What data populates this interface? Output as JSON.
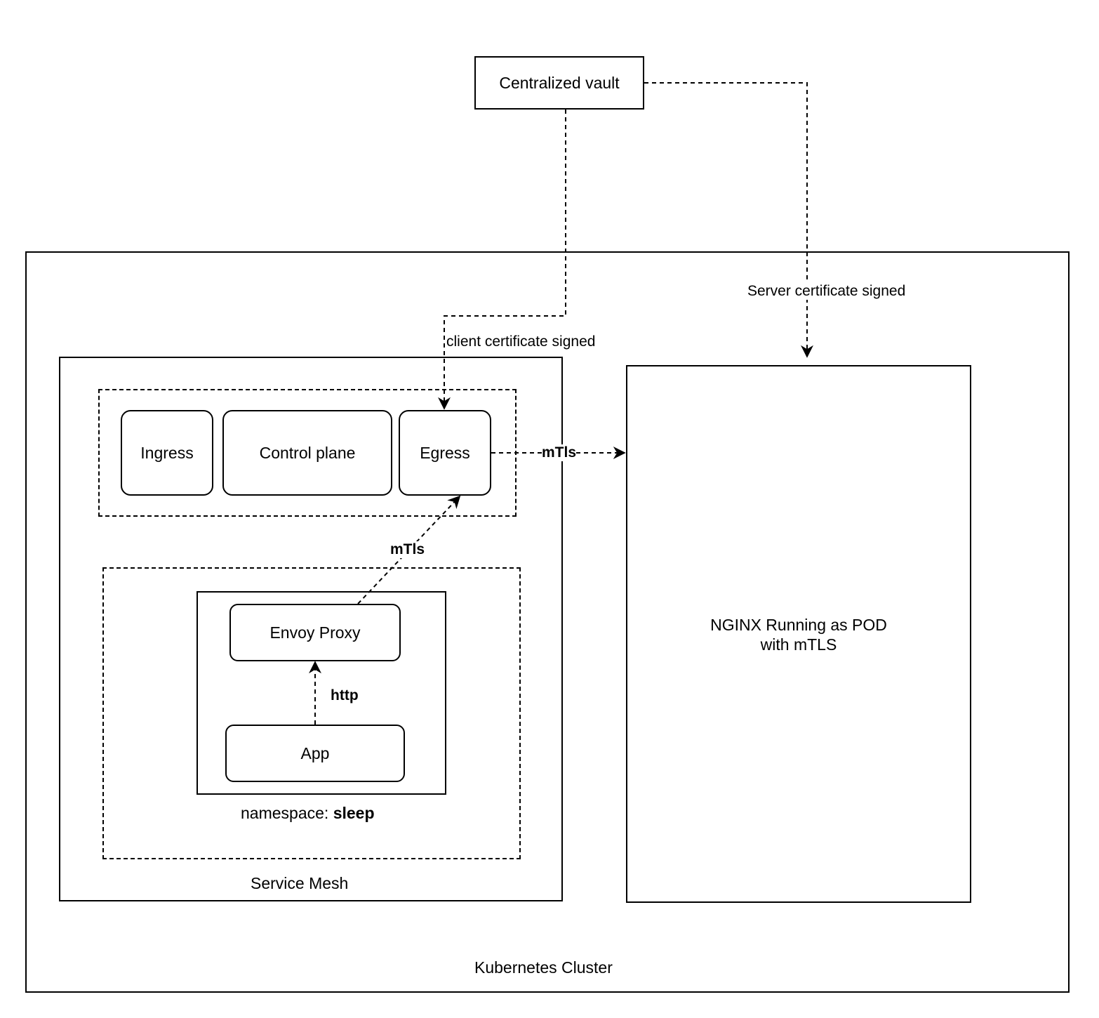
{
  "nodes": {
    "vault": "Centralized vault",
    "cluster": "Kubernetes Cluster",
    "service_mesh": "Service Mesh",
    "ingress": "Ingress",
    "control_plane": "Control plane",
    "egress": "Egress",
    "envoy_proxy": "Envoy Proxy",
    "app": "App",
    "namespace_prefix": "namespace: ",
    "namespace_name": "sleep",
    "nginx_line1": "NGINX Running as POD",
    "nginx_line2": "with mTLS"
  },
  "edges": {
    "vault_to_egress": "client certificate signed",
    "vault_to_nginx": "Server certificate signed",
    "egress_to_nginx": "mTls",
    "envoy_to_egress": "mTls",
    "app_to_envoy": "http"
  }
}
